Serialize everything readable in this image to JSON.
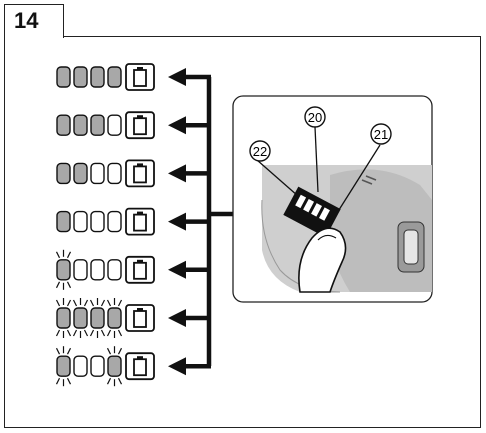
{
  "figure_number": "14",
  "callouts": [
    "20",
    "21",
    "22"
  ],
  "indicator_states": [
    {
      "filled": 4,
      "blinking": []
    },
    {
      "filled": 3,
      "blinking": []
    },
    {
      "filled": 2,
      "blinking": []
    },
    {
      "filled": 1,
      "blinking": []
    },
    {
      "filled": 0,
      "blinking": [
        0
      ]
    },
    {
      "filled": 0,
      "blinking": [
        0,
        1,
        2,
        3
      ]
    },
    {
      "filled": 0,
      "blinking": [
        0,
        3
      ]
    }
  ],
  "colors": {
    "filled": "#a8a8a8",
    "stroke": "#111111",
    "photo_bg": "#cfcfcf"
  }
}
